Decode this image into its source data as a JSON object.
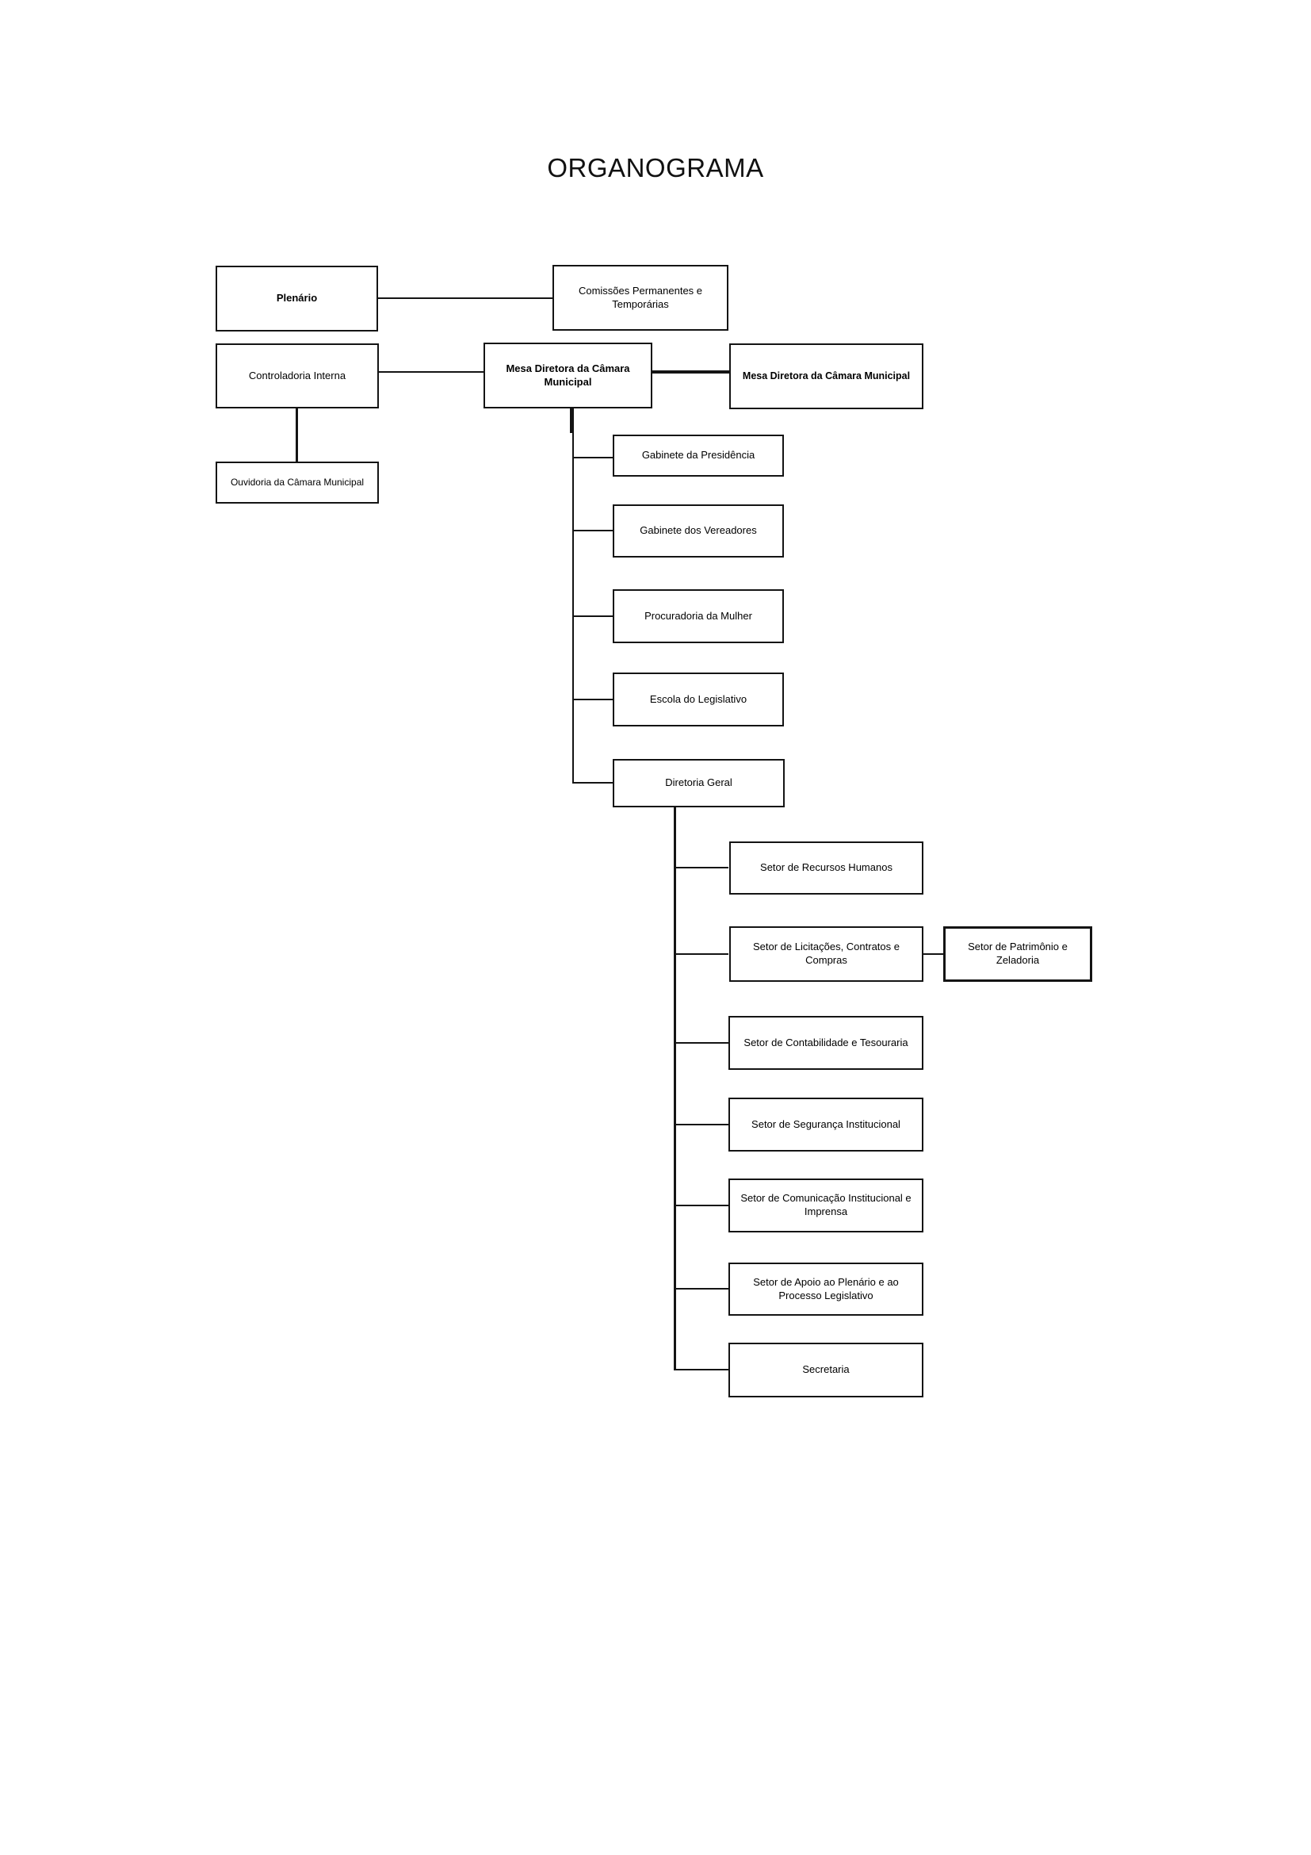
{
  "page": {
    "title": "ORGANOGRAMA"
  },
  "colors": {
    "line": "#141414",
    "page_background": "#ffffff",
    "text": "#000000"
  },
  "nodes": {
    "plenario": {
      "label": "Plenário"
    },
    "comissoes": {
      "label": "Comissões Permanentes e Temporárias"
    },
    "controladoria": {
      "label": "Controladoria Interna"
    },
    "mesa_diretora": {
      "label": "Mesa Diretora da Câmara Municipal"
    },
    "mesa_diretora_right": {
      "label": "Mesa Diretora da Câmara Municipal"
    },
    "ouvidoria": {
      "label": "Ouvidoria da Câmara Municipal"
    },
    "gabinete_presidencia": {
      "label": "Gabinete da Presidência"
    },
    "gabinete_vereadores": {
      "label": "Gabinete dos Vereadores"
    },
    "procuradoria_mulher": {
      "label": "Procuradoria da Mulher"
    },
    "escola_legislativo": {
      "label": "Escola do Legislativo"
    },
    "diretoria_geral": {
      "label": "Diretoria Geral"
    },
    "setor_recursos_humanos": {
      "label": "Setor de Recursos Humanos"
    },
    "setor_licitacoes": {
      "label": "Setor de Licitações, Contratos e Compras"
    },
    "setor_patrimonio": {
      "label": "Setor de Patrimônio e Zeladoria"
    },
    "setor_contabilidade": {
      "label": "Setor de Contabilidade e Tesouraria"
    },
    "setor_seguranca": {
      "label": "Setor de Segurança Institucional"
    },
    "setor_comunicacao": {
      "label": "Setor de Comunicação Institucional e Imprensa"
    },
    "setor_apoio": {
      "label": "Setor de Apoio ao Plenário e ao Processo Legislativo"
    },
    "secretaria": {
      "label": "Secretaria"
    }
  }
}
